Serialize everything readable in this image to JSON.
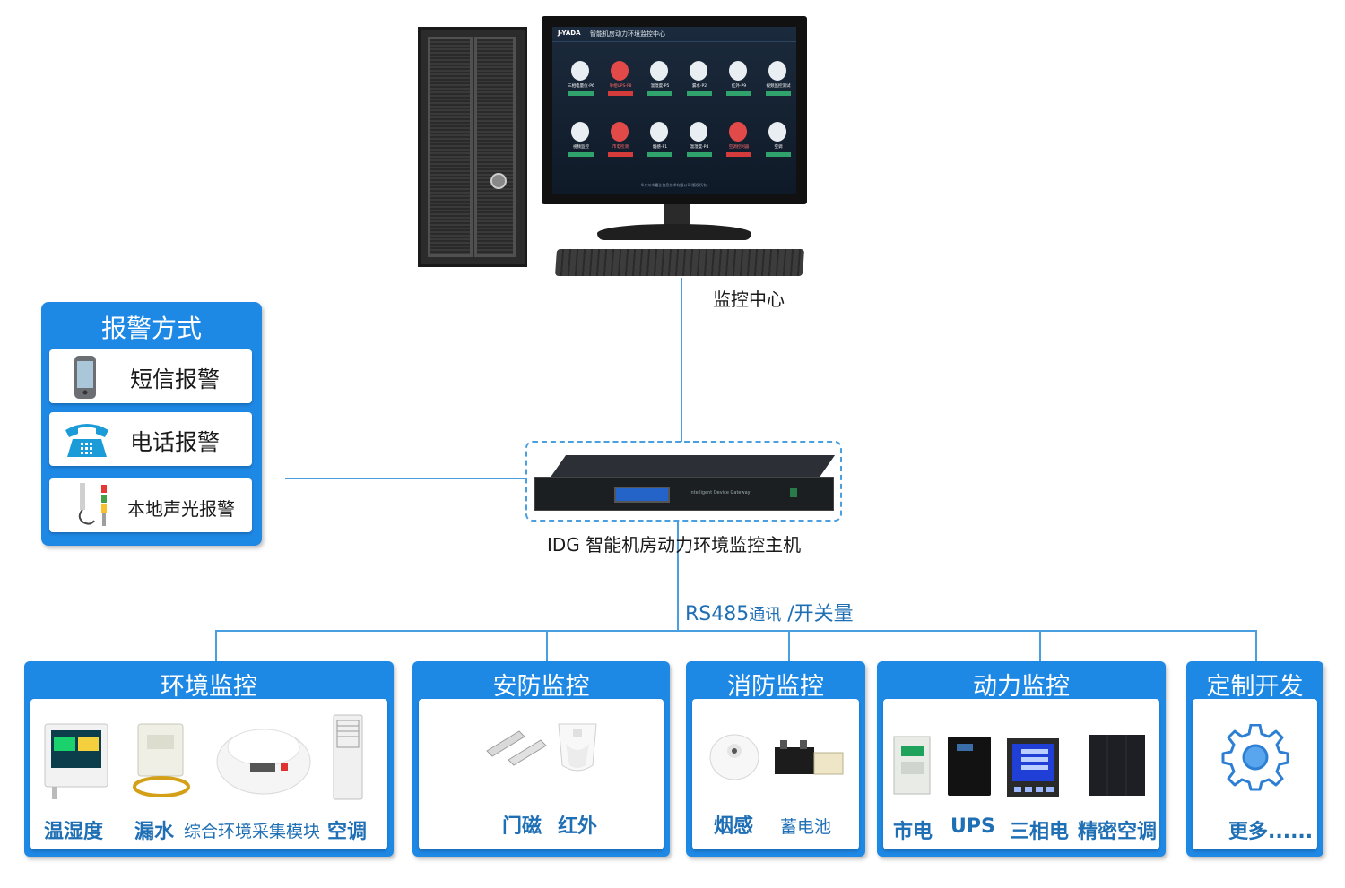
{
  "monitor_center": {
    "label": "监控中心",
    "screen_logo": "J-YADA",
    "screen_title": "智能机房动力环境监控中心",
    "screen_tiles": [
      {
        "label": "三相电量仪-P6",
        "alert": false
      },
      {
        "label": "单相UPS-P8",
        "alert": true
      },
      {
        "label": "温湿度-P5",
        "alert": false
      },
      {
        "label": "漏水-P2",
        "alert": false
      },
      {
        "label": "红外-P9",
        "alert": false
      },
      {
        "label": "视频监控测试",
        "alert": false
      },
      {
        "label": "视频监控",
        "alert": false
      },
      {
        "label": "市电检测",
        "alert": true
      },
      {
        "label": "烟感-P1",
        "alert": false
      },
      {
        "label": "温湿度-P4",
        "alert": false
      },
      {
        "label": "空调控制器",
        "alert": true
      },
      {
        "label": "空调",
        "alert": false
      }
    ],
    "screen_footer": "©广州市嘉业信息技术有限公司(版权所有)"
  },
  "host": {
    "label": "IDG 智能机房动力环境监控主机",
    "panel_text": "Intelligent Device Gateway"
  },
  "alarm_panel": {
    "title": "报警方式",
    "items": [
      {
        "label": "短信报警",
        "icon": "mobile-phone-icon"
      },
      {
        "label": "电话报警",
        "icon": "telephone-icon"
      },
      {
        "label": "本地声光报警",
        "icon": "alarm-light-icon"
      }
    ]
  },
  "bus": {
    "prefix": "RS485",
    "middle": "通讯",
    "suffix": " /开关量"
  },
  "categories": [
    {
      "title": "环境监控",
      "devices": [
        "温湿度",
        "漏水",
        "综合环境采集模块",
        "空调"
      ]
    },
    {
      "title": "安防监控",
      "devices": [
        "门磁",
        "红外"
      ]
    },
    {
      "title": "消防监控",
      "devices": [
        "烟感",
        "蓄电池"
      ]
    },
    {
      "title": "动力监控",
      "devices": [
        "市电",
        "UPS",
        "三相电",
        "精密空调"
      ]
    },
    {
      "title": "定制开发",
      "devices": [
        "更多......"
      ]
    }
  ],
  "colors": {
    "accent": "#1e88e5",
    "line": "#4a9fe0",
    "label_blue": "#1f6fb5",
    "alert_red": "#d43b3b",
    "ok_green": "#2fa36b"
  }
}
